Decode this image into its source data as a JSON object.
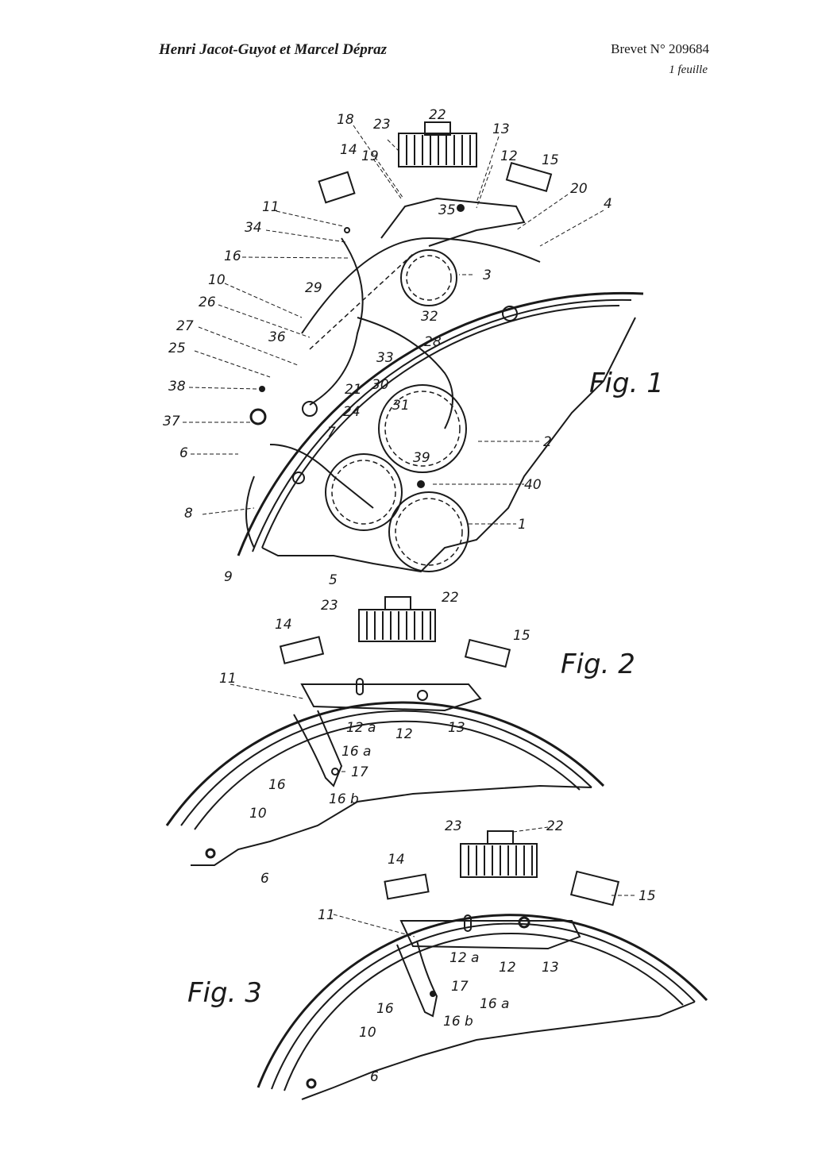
{
  "header": {
    "inventors": "Henri Jacot-Guyot et Marcel Dépraz",
    "patent": "Brevet N° 209684",
    "sheets": "1 feuille"
  },
  "figures": [
    {
      "title": "Fig. 1",
      "labels": [
        {
          "id": "f1-22",
          "text": "22"
        },
        {
          "id": "f1-23",
          "text": "23"
        },
        {
          "id": "f1-18",
          "text": "18"
        },
        {
          "id": "f1-13",
          "text": "13"
        },
        {
          "id": "f1-19",
          "text": "19"
        },
        {
          "id": "f1-14",
          "text": "14"
        },
        {
          "id": "f1-12",
          "text": "12"
        },
        {
          "id": "f1-15",
          "text": "15"
        },
        {
          "id": "f1-20",
          "text": "20"
        },
        {
          "id": "f1-4",
          "text": "4"
        },
        {
          "id": "f1-11",
          "text": "11"
        },
        {
          "id": "f1-35",
          "text": "35"
        },
        {
          "id": "f1-34",
          "text": "34"
        },
        {
          "id": "f1-16",
          "text": "16"
        },
        {
          "id": "f1-3",
          "text": "3"
        },
        {
          "id": "f1-29",
          "text": "29"
        },
        {
          "id": "f1-10",
          "text": "10"
        },
        {
          "id": "f1-32",
          "text": "32"
        },
        {
          "id": "f1-26",
          "text": "26"
        },
        {
          "id": "f1-28",
          "text": "28"
        },
        {
          "id": "f1-27",
          "text": "27"
        },
        {
          "id": "f1-36",
          "text": "36"
        },
        {
          "id": "f1-25",
          "text": "25"
        },
        {
          "id": "f1-33",
          "text": "33"
        },
        {
          "id": "f1-21",
          "text": "21"
        },
        {
          "id": "f1-30",
          "text": "30"
        },
        {
          "id": "f1-38",
          "text": "38"
        },
        {
          "id": "f1-24",
          "text": "24"
        },
        {
          "id": "f1-31",
          "text": "31"
        },
        {
          "id": "f1-37",
          "text": "37"
        },
        {
          "id": "f1-7",
          "text": "7"
        },
        {
          "id": "f1-2",
          "text": "2"
        },
        {
          "id": "f1-6",
          "text": "6"
        },
        {
          "id": "f1-39",
          "text": "39"
        },
        {
          "id": "f1-40",
          "text": "40"
        },
        {
          "id": "f1-8",
          "text": "8"
        },
        {
          "id": "f1-1",
          "text": "1"
        },
        {
          "id": "f1-9",
          "text": "9"
        },
        {
          "id": "f1-5",
          "text": "5"
        }
      ]
    },
    {
      "title": "Fig. 2",
      "labels": [
        {
          "id": "f2-22",
          "text": "22"
        },
        {
          "id": "f2-23",
          "text": "23"
        },
        {
          "id": "f2-14",
          "text": "14"
        },
        {
          "id": "f2-15",
          "text": "15"
        },
        {
          "id": "f2-11",
          "text": "11"
        },
        {
          "id": "f2-12a",
          "text": "12 a"
        },
        {
          "id": "f2-12",
          "text": "12"
        },
        {
          "id": "f2-13",
          "text": "13"
        },
        {
          "id": "f2-16a",
          "text": "16 a"
        },
        {
          "id": "f2-16",
          "text": "16"
        },
        {
          "id": "f2-17",
          "text": "17"
        },
        {
          "id": "f2-16b",
          "text": "16 b"
        },
        {
          "id": "f2-10",
          "text": "10"
        },
        {
          "id": "f2-6",
          "text": "6"
        }
      ]
    },
    {
      "title": "Fig. 3",
      "labels": [
        {
          "id": "f3-23",
          "text": "23"
        },
        {
          "id": "f3-22",
          "text": "22"
        },
        {
          "id": "f3-14",
          "text": "14"
        },
        {
          "id": "f3-15",
          "text": "15"
        },
        {
          "id": "f3-11",
          "text": "11"
        },
        {
          "id": "f3-12a",
          "text": "12 a"
        },
        {
          "id": "f3-12",
          "text": "12"
        },
        {
          "id": "f3-13",
          "text": "13"
        },
        {
          "id": "f3-17",
          "text": "17"
        },
        {
          "id": "f3-16a",
          "text": "16 a"
        },
        {
          "id": "f3-16",
          "text": "16"
        },
        {
          "id": "f3-16b",
          "text": "16 b"
        },
        {
          "id": "f3-10",
          "text": "10"
        },
        {
          "id": "f3-6",
          "text": "6"
        }
      ]
    }
  ]
}
